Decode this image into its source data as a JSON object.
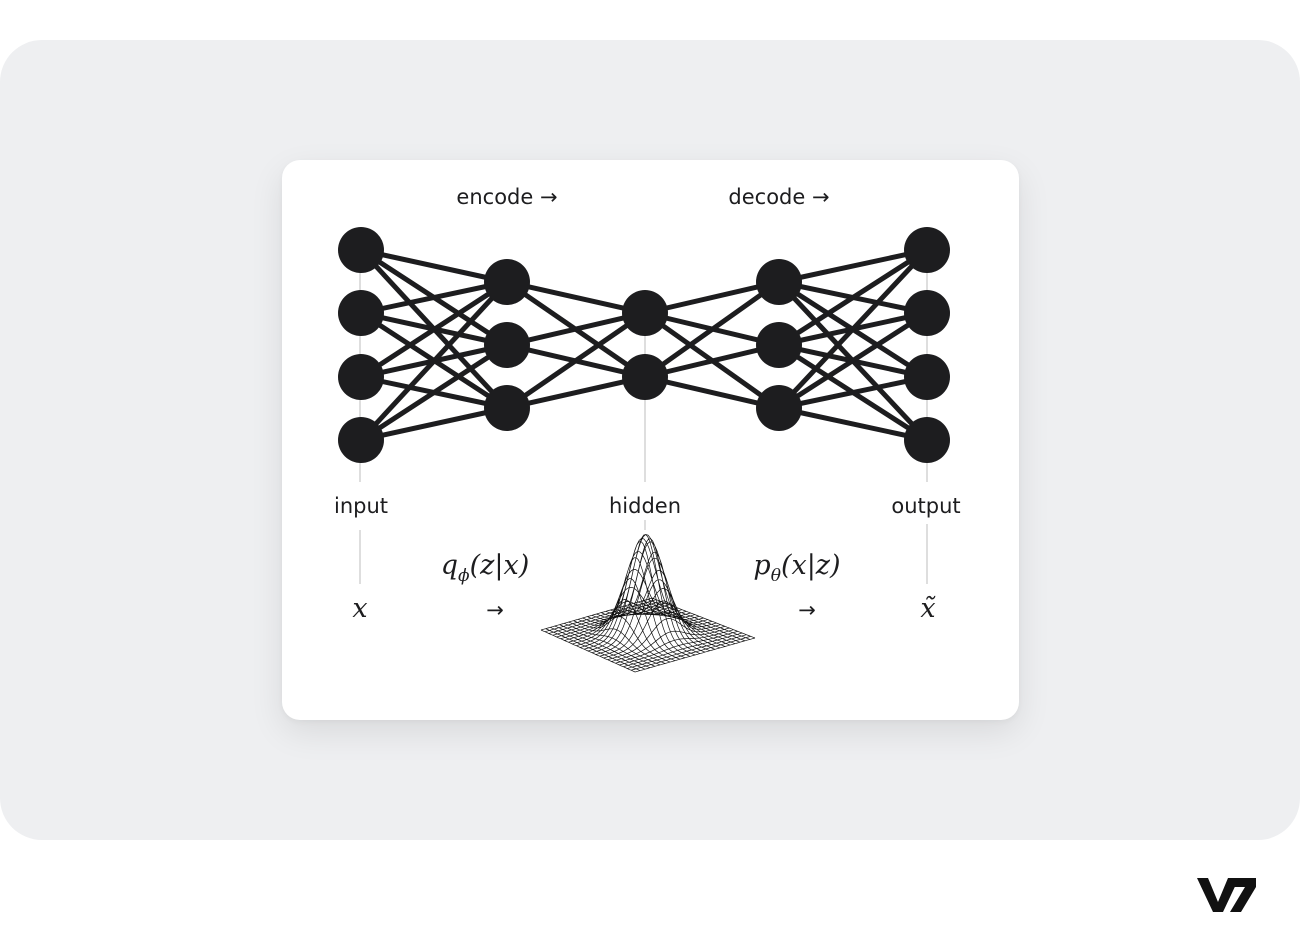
{
  "labels": {
    "encode": "encode →",
    "decode": "decode →",
    "input": "input",
    "hidden": "hidden",
    "output": "output"
  },
  "math": {
    "encoder": "qϕ(z|x)",
    "decoder": "pθ(x|z)",
    "input_var": "x",
    "output_var": "x̃",
    "arrow": "→"
  },
  "network": {
    "layer_sizes": [
      4,
      3,
      2,
      3,
      4
    ],
    "fully_connected": true
  },
  "brand": {
    "logo_text": "V7"
  },
  "colors": {
    "background_panel": "#eeeff1",
    "card": "#ffffff",
    "node": "#1d1d1f",
    "edge": "#1d1d1f",
    "guide_line": "#c8c8c8"
  }
}
